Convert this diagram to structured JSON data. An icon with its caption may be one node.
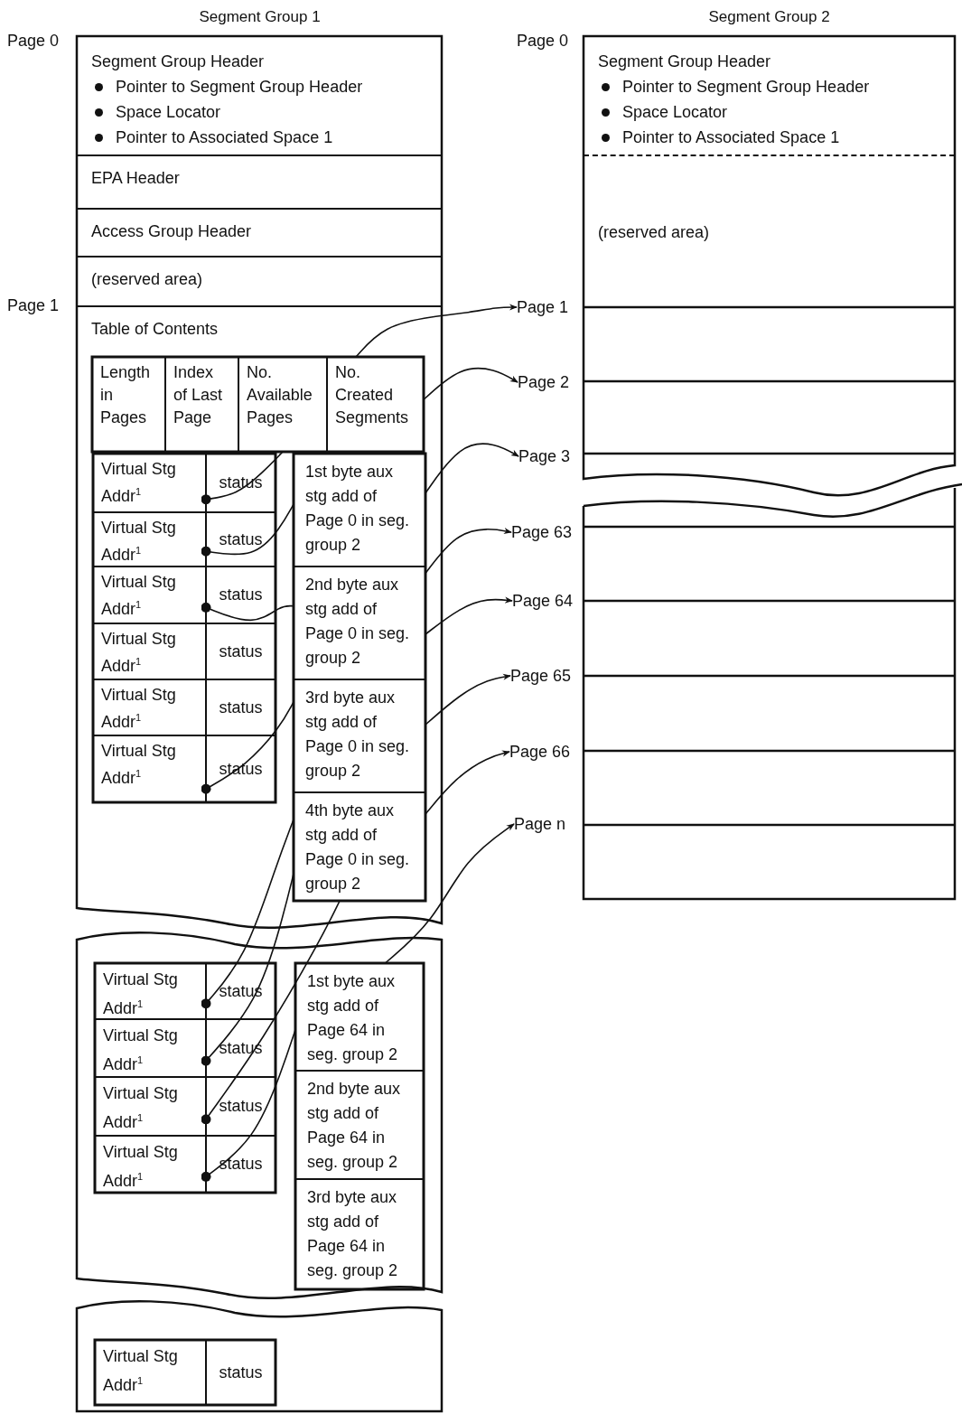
{
  "diagram": {
    "nodes": [
      {
        "text": [
          "Segment Group 1"
        ]
      },
      {
        "text": [
          "Segment Group Header",
          "Pointer to Segment Group Header",
          "Space Locator",
          "Pointer to Associated Space 1"
        ],
        "in": 0
      },
      {
        "text": [
          "EPA Header"
        ],
        "in": 0
      },
      {
        "text": [
          "Access Group Header"
        ],
        "in": 0
      },
      {
        "text": [
          "(reserved area)"
        ],
        "in": 0
      },
      {
        "text": [
          "Table of Contents"
        ],
        "in": 0
      },
      {
        "text": [
          "Length in Pages"
        ],
        "in": 5
      },
      {
        "text": [
          "Index of Last Page"
        ],
        "in": 5
      },
      {
        "text": [
          "No. Available Pages"
        ],
        "in": 5
      },
      {
        "text": [
          "No. Created Segments"
        ],
        "in": 5
      },
      {
        "text": [
          "Virtual Stg Addr$^{1}$"
        ],
        "in": 5
      },
      {
        "text": [
          "status"
        ],
        "in": 5
      },
      {
        "text": [
          "Virtual Stg Addr$^{1}$"
        ],
        "in": 5
      },
      {
        "text": [
          "status"
        ],
        "in": 5
      },
      {
        "text": [
          "Virtual Stg Addr$^{1}$"
        ],
        "in": 5
      },
      {
        "text": [
          "status"
        ],
        "in": 5
      },
      {
        "text": [
          "Virtual Stg Addr$^{1}$"
        ],
        "in": 5
      },
      {
        "text": [
          "status"
        ],
        "in": 5
      },
      {
        "text": [
          "Virtual Stg Addr$^{1}$"
        ],
        "in": 5
      },
      {
        "text": [
          "status"
        ],
        "in": 5
      },
      {
        "text": [
          "Virtual Stg Addr$^{1}$"
        ],
        "in": 5
      },
      {
        "text": [
          "status"
        ],
        "in": 5
      },
      {
        "text": [
          "1st byte aux stg add of Page 0 in seg. group 2"
        ],
        "in": 5
      },
      {
        "text": [
          "2nd byte aux stg add of Page 0 in seg. group 2"
        ],
        "in": 5
      },
      {
        "text": [
          "3rd byte aux stg add of Page 0 in seg. group 2"
        ],
        "in": 5
      },
      {
        "text": [
          "4th byte aux stg add of Page 0 in seg. group 2"
        ],
        "in": 5
      },
      {
        "text": [
          "Virtual Stg Addr$^{1}$"
        ],
        "in": 0
      },
      {
        "text": [
          "status"
        ],
        "in": 0
      },
      {
        "text": [
          "Virtual Stg Addr$^{1}$"
        ],
        "in": 0
      },
      {
        "text": [
          "status"
        ],
        "in": 0
      },
      {
        "text": [
          "Virtual Stg Addr$^{1}$"
        ],
        "in": 0
      },
      {
        "text": [
          "status"
        ],
        "in": 0
      },
      {
        "text": [
          "Virtual Stg Addr$^{1}$"
        ],
        "in": 0
      },
      {
        "text": [
          "status"
        ],
        "in": 0
      },
      {
        "text": [
          "1st byte aux stg add of Page 64 in seg. group 2"
        ],
        "in": 0
      },
      {
        "text": [
          "2nd byte aux stg add of Page 64 in seg. group 2"
        ],
        "in": 0
      },
      {
        "text": [
          "3rd byte aux stg add of Page 64 in seg. group 2"
        ],
        "in": 0
      },
      {
        "text": [
          "Virtual Stg Addr$^{1}$"
        ],
        "in": 0
      },
      {
        "text": [
          "status"
        ],
        "in": 0
      },
      {
        "text": [
          "Segment Group 2"
        ]
      },
      {
        "text": [
          "Segment Group Header",
          "Pointer to Segment Group Header",
          "Space Locator",
          "Pointer to Associated Space 1"
        ],
        "in": 39
      },
      {
        "text": [
          "(reserved area)"
        ],
        "in": 39
      },
      {
        "text": [
          "Page 1"
        ]
      },
      {
        "text": [
          "Page 2"
        ]
      },
      {
        "text": [
          "Page 3"
        ]
      },
      {
        "text": [
          "Page 63"
        ]
      },
      {
        "text": [
          "Page 64"
        ]
      },
      {
        "text": [
          "Page 65"
        ]
      },
      {
        "text": [
          "Page 66"
        ]
      },
      {
        "text": [
          "Page n"
        ]
      }
    ],
    "edges": [
      {
        "from": 9,
        "to": 42,
        "arrow": "to"
      },
      {
        "from": 9,
        "to": 43,
        "arrow": "to"
      },
      {
        "from": 22,
        "to": 44,
        "arrow": "to"
      },
      {
        "from": 23,
        "to": 45,
        "arrow": "to"
      },
      {
        "from": 23,
        "to": 46,
        "arrow": "to"
      },
      {
        "from": 24,
        "to": 47,
        "arrow": "to"
      },
      {
        "from": 25,
        "to": 48,
        "arrow": "to"
      },
      {
        "from": 34,
        "to": 49,
        "arrow": "to"
      },
      {
        "from": 10,
        "to": 8,
        "arrow": "other"
      },
      {
        "from": 12,
        "to": 22,
        "arrow": "other"
      },
      {
        "from": 14,
        "to": 23,
        "arrow": "other"
      },
      {
        "from": 20,
        "to": 24,
        "arrow": "other"
      },
      {
        "from": 26,
        "to": 25,
        "arrow": "other"
      },
      {
        "from": 28,
        "to": 25,
        "arrow": "other"
      },
      {
        "from": 30,
        "to": 25,
        "arrow": "other"
      },
      {
        "from": 32,
        "to": 34,
        "arrow": "other"
      }
    ],
    "labels": [
      "Page 0",
      "Page 1",
      "Page 0"
    ]
  }
}
